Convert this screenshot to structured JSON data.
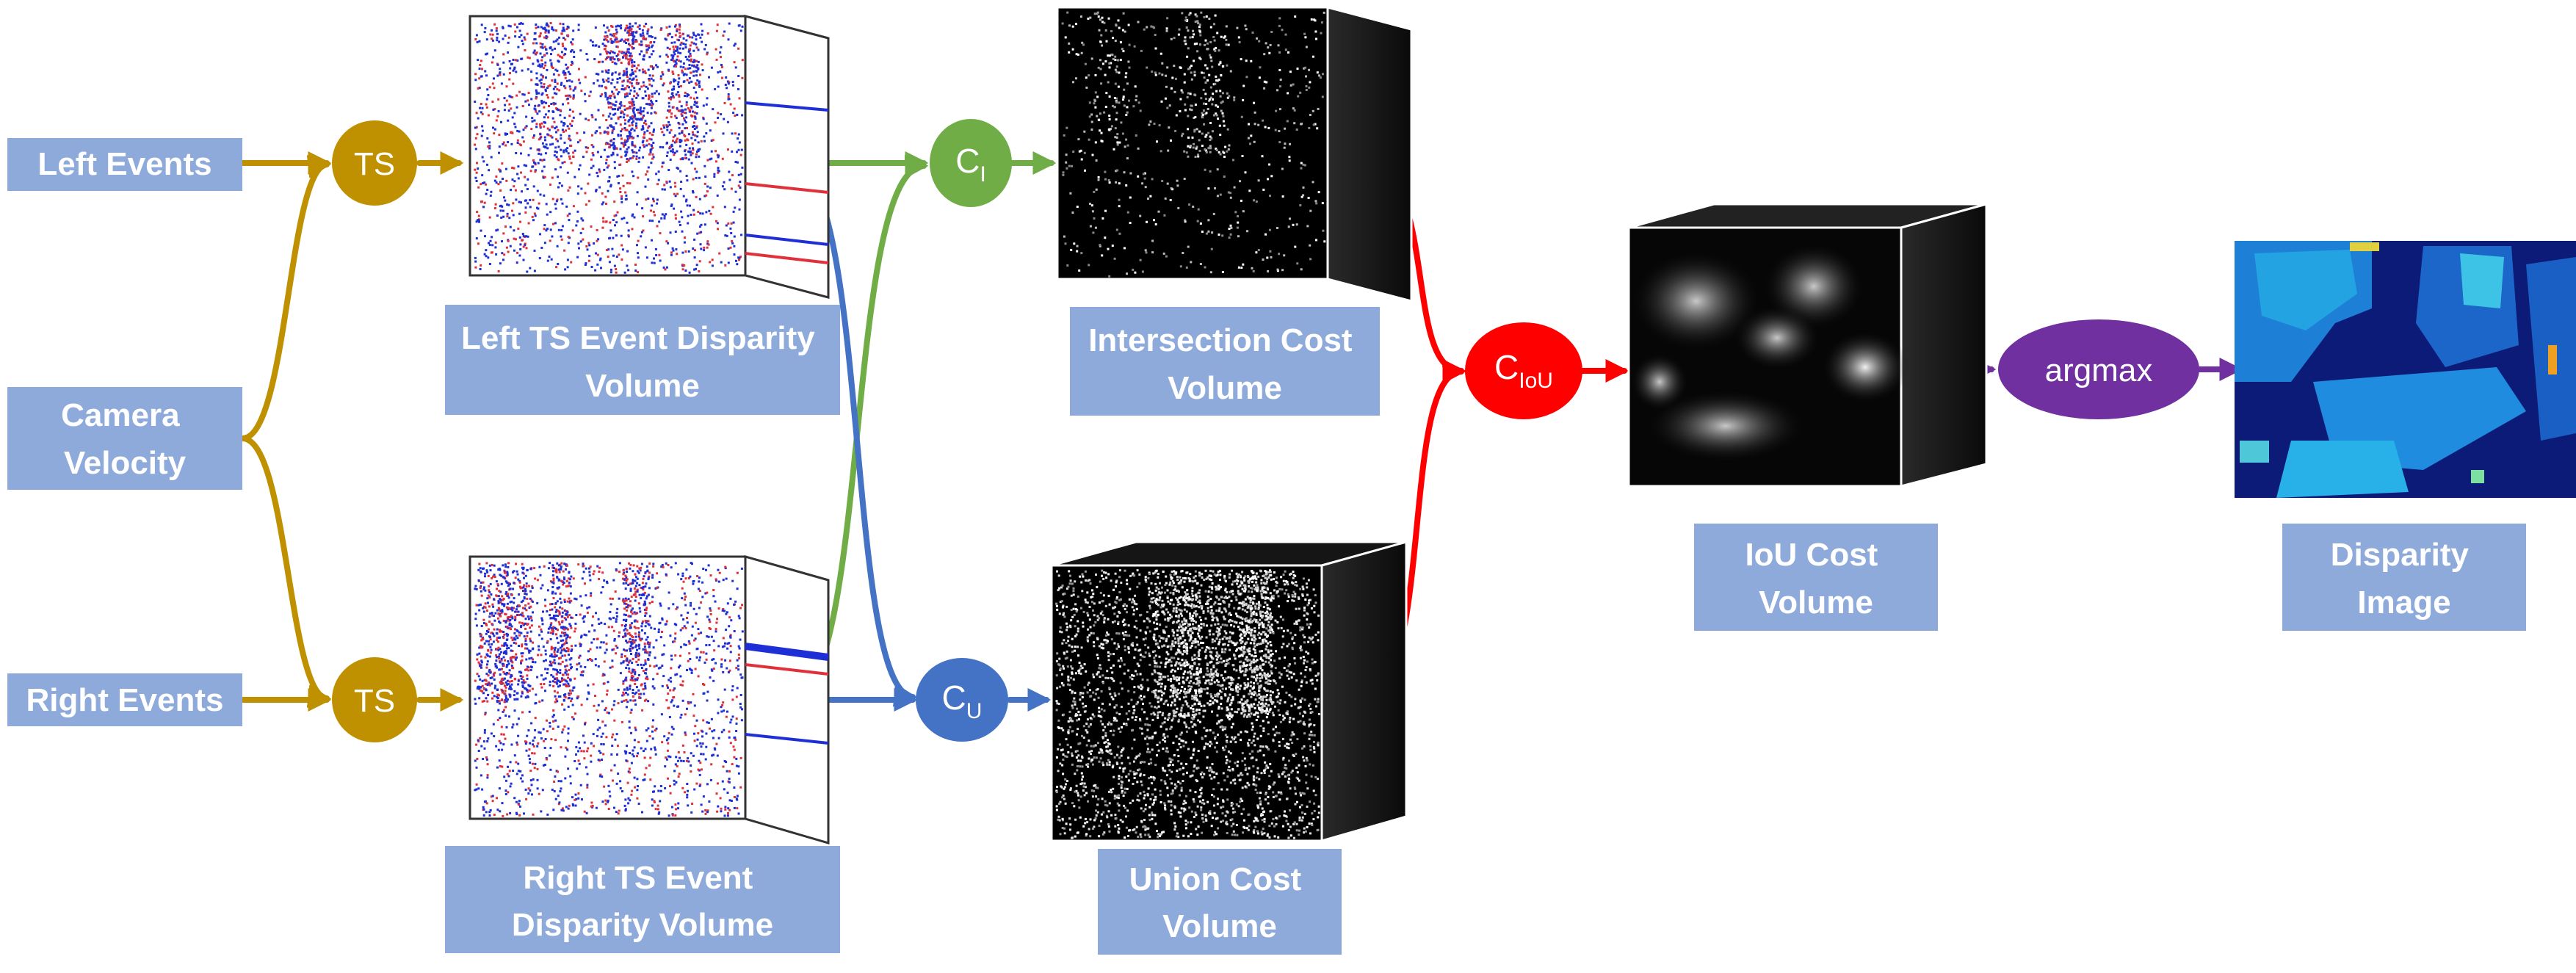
{
  "colors": {
    "label_box": "#8eaadb",
    "label_text": "#ffffff",
    "ts_node": "#bf9000",
    "ci_node": "#70ad47",
    "cu_node": "#4472c4",
    "ciou_node": "#ff0000",
    "argmax_node": "#7030a0",
    "event_blue": "#1f2fd6",
    "event_red": "#e0303a",
    "edge_stroke": "#333333"
  },
  "labels": {
    "left_events": [
      "Left Events"
    ],
    "camera_velocity": [
      "Camera",
      "Velocity"
    ],
    "right_events": [
      "Right Events"
    ],
    "left_ts_volume": [
      "Left TS Event Disparity",
      "Volume"
    ],
    "right_ts_volume": [
      "Right TS Event",
      "Disparity Volume"
    ],
    "intersection_volume": [
      "Intersection Cost",
      "Volume"
    ],
    "union_volume": [
      "Union Cost",
      "Volume"
    ],
    "iou_volume": [
      "IoU Cost",
      "Volume"
    ],
    "disparity_image": [
      "Disparity",
      "Image"
    ]
  },
  "nodes": {
    "ts_top": {
      "text": "TS"
    },
    "ts_bottom": {
      "text": "TS"
    },
    "ci": {
      "base": "C",
      "sub": "I"
    },
    "cu": {
      "base": "C",
      "sub": "U"
    },
    "ciou": {
      "base": "C",
      "sub": "IoU"
    },
    "argmax": {
      "text": "argmax"
    }
  },
  "icons": {
    "left_ts_volume": "event-scatter-volume-icon",
    "right_ts_volume": "event-scatter-volume-icon",
    "intersection_volume": "sparse-cost-volume-icon",
    "union_volume": "dense-cost-volume-icon",
    "iou_volume": "smooth-cost-volume-icon",
    "disparity_image": "disparity-map-icon"
  }
}
